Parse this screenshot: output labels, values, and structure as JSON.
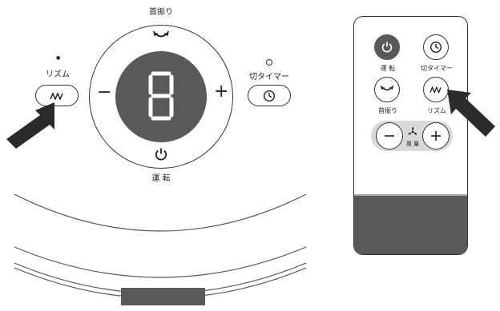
{
  "control_panel": {
    "swing_label": "首振り",
    "rhythm_label": "リズム",
    "timer_label": "切タイマー",
    "power_label": "運 転",
    "minus_symbol": "−",
    "plus_symbol": "+",
    "display_digit": "8",
    "rhythm_indicator": "●",
    "timer_indicator": "○"
  },
  "remote": {
    "power_label": "運 転",
    "timer_label": "切タイマー",
    "swing_label": "首振り",
    "rhythm_label": "リズム",
    "fan_speed_label": "風 量"
  },
  "colors": {
    "display_bg": "#595959",
    "arrow": "#2b2b2b",
    "remote_panel": "#595959"
  }
}
